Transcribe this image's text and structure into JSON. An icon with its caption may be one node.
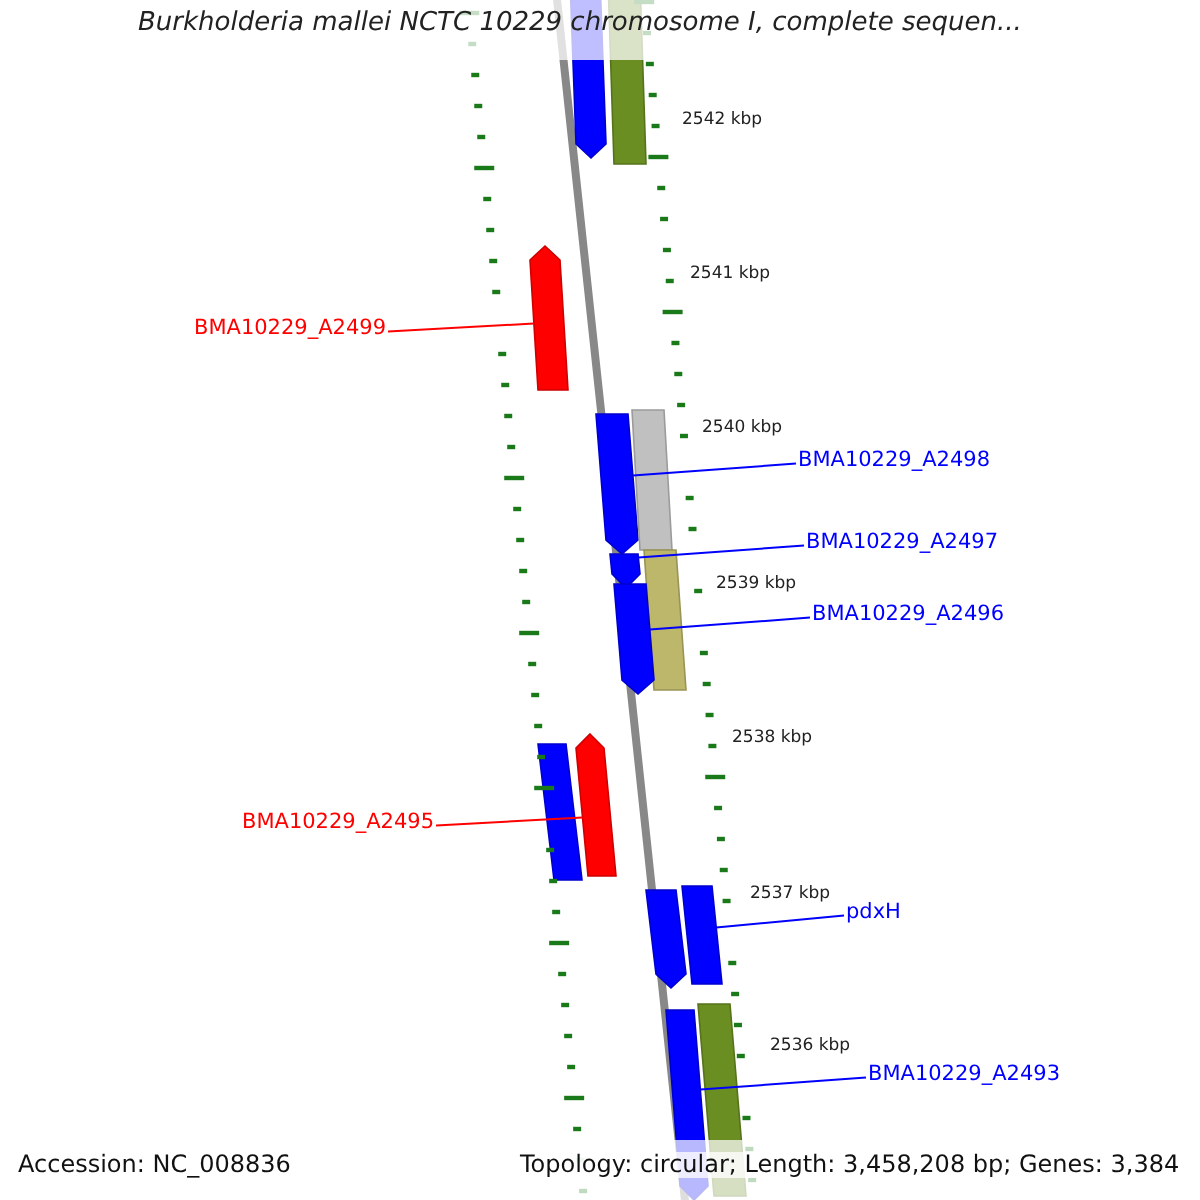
{
  "diagram": {
    "title": "Burkholderia mallei NCTC 10229 chromosome I, complete sequen...",
    "nodes": [
      {
        "text": [],
        "shape": "arrow"
      },
      {
        "text": [],
        "shape": "bar"
      },
      {
        "text": [
          "BMA10229_A2499"
        ]
      },
      {
        "text": [],
        "shape": "arrow"
      },
      {
        "text": [],
        "shape": "arrow"
      },
      {
        "text": [],
        "shape": "bar"
      },
      {
        "text": [
          "BMA10229_A2498"
        ]
      },
      {
        "text": [
          "BMA10229_A2497"
        ]
      },
      {
        "text": [],
        "shape": "arrow"
      },
      {
        "text": [],
        "shape": "bar"
      },
      {
        "text": [],
        "shape": "arrow"
      },
      {
        "text": [
          "BMA10229_A2496"
        ]
      },
      {
        "text": [],
        "shape": "bar"
      },
      {
        "text": [],
        "shape": "arrow"
      },
      {
        "text": [
          "BMA10229_A2495"
        ]
      },
      {
        "text": [],
        "shape": "arrow"
      },
      {
        "text": [],
        "shape": "bar"
      },
      {
        "text": [
          "pdxH"
        ]
      },
      {
        "text": [],
        "shape": "arrow"
      },
      {
        "text": [],
        "shape": "bar"
      },
      {
        "text": [
          "BMA10229_A2493"
        ]
      }
    ],
    "edges": [
      {
        "from": 2,
        "to": 3,
        "arrow": "none",
        "color": "#ff0000"
      },
      {
        "from": 6,
        "to": 4,
        "arrow": "none"
      },
      {
        "from": 7,
        "to": 8,
        "arrow": "none"
      },
      {
        "from": 11,
        "to": 10,
        "arrow": "none"
      },
      {
        "from": 14,
        "to": 13,
        "arrow": "none",
        "color": "#ff0000"
      },
      {
        "from": 17,
        "to": 16,
        "arrow": "none"
      },
      {
        "from": 20,
        "to": 18,
        "arrow": "none"
      }
    ],
    "labels": [
      "2542 kbp",
      "2541 kbp",
      "2540 kbp",
      "2539 kbp",
      "2538 kbp",
      "2537 kbp",
      "2536 kbp",
      "Accession: NC_008836",
      "Topology: circular; Length: 3,458,208 bp; Genes: 3,384"
    ]
  }
}
